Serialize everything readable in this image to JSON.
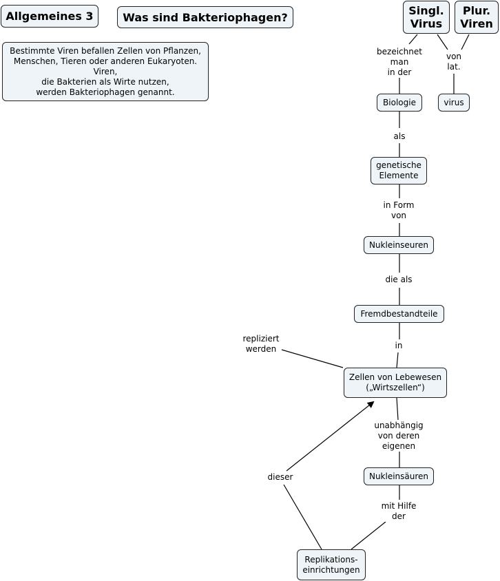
{
  "nodes": {
    "allgemeines": "Allgemeines 3",
    "title": "Was sind Bakteriophagen?",
    "intro": "Bestimmte Viren befallen Zellen von Pflanzen,\nMenschen, Tieren oder anderen Eukaryoten.\nViren,\ndie Bakterien als Wirte nutzen,\nwerden Bakteriophagen genannt.",
    "singl_virus": "Singl.\nVirus",
    "plur_viren": "Plur.\nViren",
    "biologie": "Biologie",
    "virus": "virus",
    "genetische_elemente": "genetische\nElemente",
    "nukleinseuren": "Nukleinseuren",
    "fremdbestandteile": "Fremdbestandteile",
    "zellen": "Zellen von Lebewesen\n(„Wirtszellen“)",
    "nukleinsaeuren": "Nukleinsäuren",
    "replikation": "Replikations-\neinrichtungen"
  },
  "links": {
    "bezeichnet": "bezeichnet\nman\nin der",
    "von_lat": "von\nlat.",
    "als": "als",
    "in_form_von": "in Form\nvon",
    "die_als": "die als",
    "in": "in",
    "repliziert": "repliziert\nwerden",
    "unabhaengig": "unabhängig\nvon deren\neigenen",
    "mit_hilfe": "mit Hilfe\nder",
    "dieser": "dieser"
  }
}
